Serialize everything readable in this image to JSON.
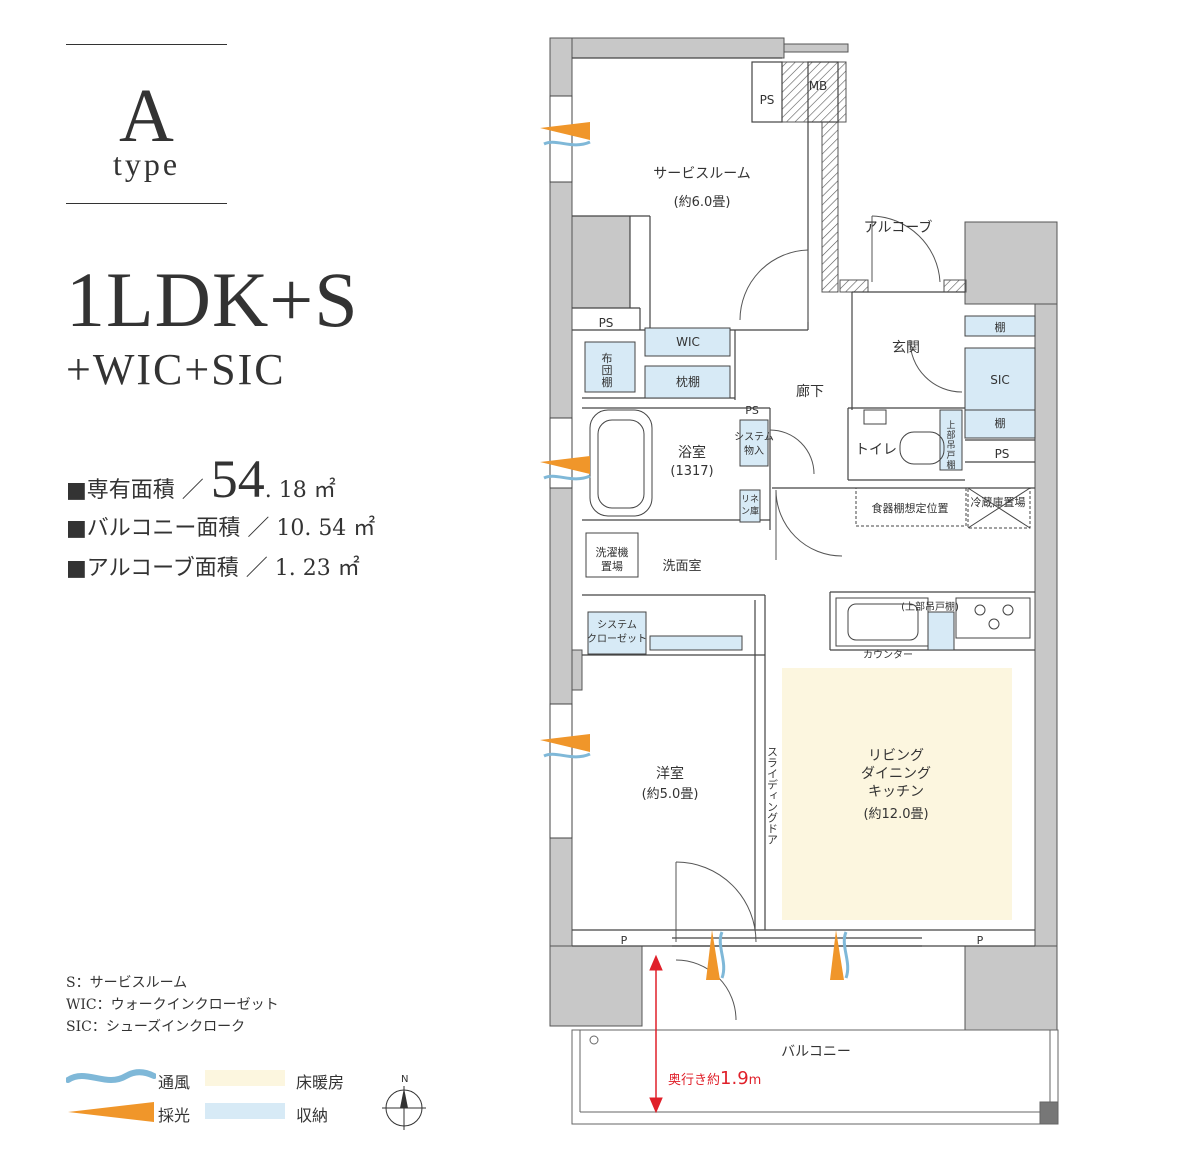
{
  "header": {
    "type_letter": "A",
    "type_word": "type"
  },
  "layout": {
    "main": "1LDK+S",
    "sub": "+WIC+SIC"
  },
  "areas": [
    {
      "label": "■専有面積 ／ ",
      "value_big": "54",
      "value_small": ". 18 ㎡"
    },
    {
      "label": "■バルコニー面積 ／ 10. 54 ㎡"
    },
    {
      "label": "■アルコーブ面積 ／ 1. 23 ㎡"
    }
  ],
  "abbreviations": [
    "S：サービスルーム",
    "WIC：ウォークインクローゼット",
    "SIC：シューズインクローク"
  ],
  "legend": {
    "ventilation": "通風",
    "daylight": "採光",
    "floor_heating": "床暖房",
    "storage": "収納",
    "compass_north": "N"
  },
  "colors": {
    "wall": "#c8c8c8",
    "storage": "#d7eaf6",
    "floor_heating": "#fcf6df",
    "daylight": "#f0962a",
    "ventilation": "#7fb8d8",
    "depth_arrow": "#e0202a"
  },
  "rooms": {
    "service_room": "サービスルーム",
    "service_room_size": "(約6.0畳)",
    "alcove": "アルコーブ",
    "ps": "PS",
    "mb": "MB",
    "entrance": "玄関",
    "wic": "WIC",
    "futon_shelf": [
      "布",
      "団",
      "棚"
    ],
    "pillow_shelf": "枕棚",
    "hallway": "廊下",
    "shelf": "棚",
    "sic": "SIC",
    "bathroom": "浴室",
    "bathroom_size": "(1317)",
    "system_storage": [
      "システム",
      "物入"
    ],
    "toilet": "トイレ",
    "upper_cabinet": [
      "上",
      "部",
      "吊",
      "戸",
      "棚"
    ],
    "linen": [
      "リネ",
      "ン庫"
    ],
    "dish_shelf": "食器棚想定位置",
    "fridge": "冷蔵庫置場",
    "washer": [
      "洗濯機",
      "置場"
    ],
    "washroom": "洗面室",
    "upper_cabinets_kitchen": "(上部吊戸棚)",
    "counter": "カウンター",
    "system_closet": [
      "システム",
      "クローゼット"
    ],
    "sliding_door": "スライディングドア",
    "ldk": [
      "リビング",
      "ダイニング",
      "キッチン"
    ],
    "ldk_size": "(約12.0畳)",
    "western_room": "洋室",
    "western_room_size": "(約5.0畳)",
    "p": "P",
    "balcony": "バルコニー",
    "depth": "奥行き約",
    "depth_value": "1.9",
    "depth_unit": "m"
  }
}
